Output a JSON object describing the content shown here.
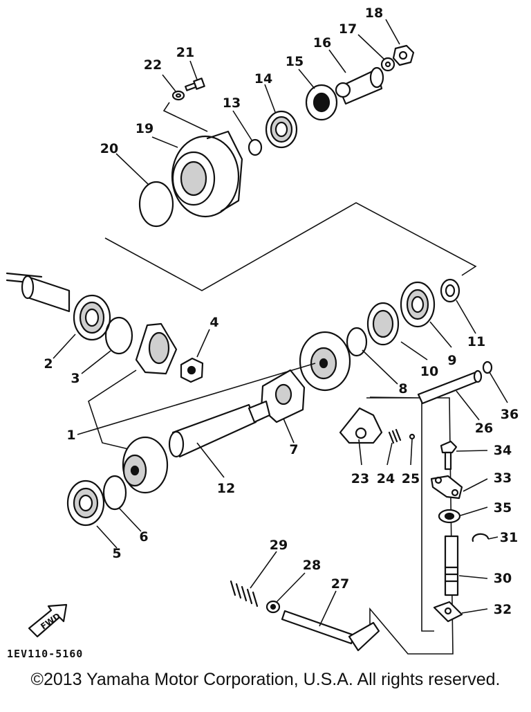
{
  "diagram": {
    "code": "1EV110-5160",
    "fwd_label": "FWD",
    "copyright": "©2013 Yamaha Motor Corporation, U.S.A. All rights reserved.",
    "parts": [
      {
        "id": "p1",
        "label": "1"
      },
      {
        "id": "p2",
        "label": "2"
      },
      {
        "id": "p3",
        "label": "3"
      },
      {
        "id": "p4",
        "label": "4"
      },
      {
        "id": "p5",
        "label": "5"
      },
      {
        "id": "p6",
        "label": "6"
      },
      {
        "id": "p7",
        "label": "7"
      },
      {
        "id": "p8",
        "label": "8"
      },
      {
        "id": "p9",
        "label": "9"
      },
      {
        "id": "p10",
        "label": "10"
      },
      {
        "id": "p11",
        "label": "11"
      },
      {
        "id": "p12",
        "label": "12"
      },
      {
        "id": "p13",
        "label": "13"
      },
      {
        "id": "p14",
        "label": "14"
      },
      {
        "id": "p15",
        "label": "15"
      },
      {
        "id": "p16",
        "label": "16"
      },
      {
        "id": "p17",
        "label": "17"
      },
      {
        "id": "p18",
        "label": "18"
      },
      {
        "id": "p19",
        "label": "19"
      },
      {
        "id": "p20",
        "label": "20"
      },
      {
        "id": "p21",
        "label": "21"
      },
      {
        "id": "p22",
        "label": "22"
      },
      {
        "id": "p23",
        "label": "23"
      },
      {
        "id": "p24",
        "label": "24"
      },
      {
        "id": "p25",
        "label": "25"
      },
      {
        "id": "p26",
        "label": "26"
      },
      {
        "id": "p27",
        "label": "27"
      },
      {
        "id": "p28",
        "label": "28"
      },
      {
        "id": "p29",
        "label": "29"
      },
      {
        "id": "p30",
        "label": "30"
      },
      {
        "id": "p31",
        "label": "31"
      },
      {
        "id": "p32",
        "label": "32"
      },
      {
        "id": "p33",
        "label": "33"
      },
      {
        "id": "p34",
        "label": "34"
      },
      {
        "id": "p35",
        "label": "35"
      },
      {
        "id": "p36",
        "label": "36"
      }
    ]
  }
}
